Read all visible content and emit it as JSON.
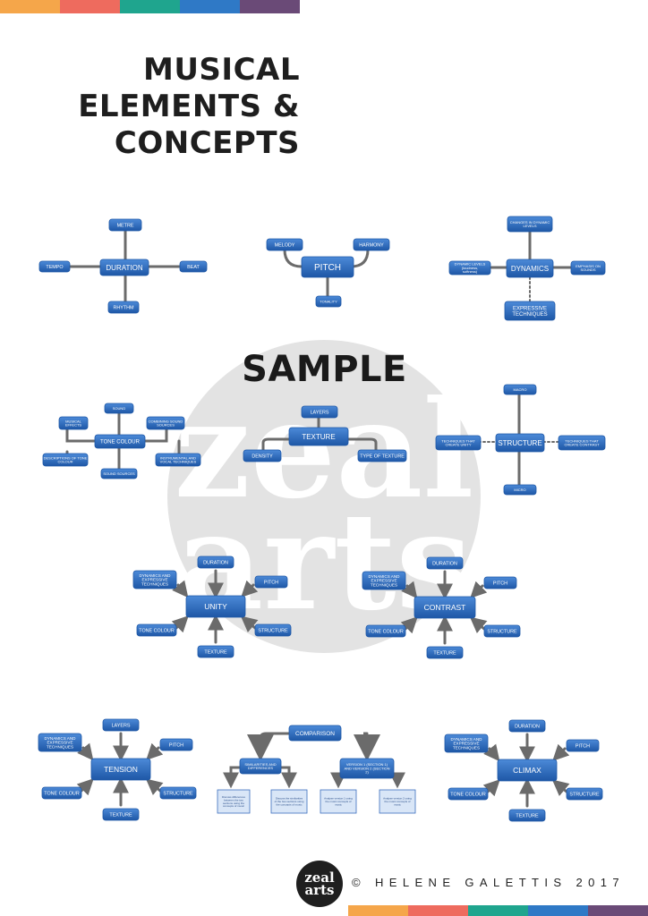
{
  "header": {
    "title_lines": [
      "MUSICAL",
      "ELEMENTS &",
      "CONCEPTS"
    ],
    "stripe_colors": [
      "#f5a64a",
      "#ee6b5e",
      "#1fa58e",
      "#2f79c6",
      "#6a4a77"
    ]
  },
  "watermark": {
    "sample_text": "SAMPLE",
    "logo_text": "zeal arts",
    "circle_color": "#e3e3e3",
    "letter_color": "#ffffff"
  },
  "colors": {
    "node_fill": "#2f6fc4",
    "node_dark": "#1e57a6",
    "node_text": "#ffffff",
    "connector": "#6b6b6b",
    "box_fill": "#d9e6f7",
    "box_border": "#3b6fbf",
    "box_text": "#2b4f8a"
  },
  "maps": {
    "duration": {
      "center": "DURATION",
      "metre": "METRE",
      "tempo": "TEMPO",
      "beat": "BEAT",
      "rhythm": "RHYTHM"
    },
    "pitch": {
      "center": "PITCH",
      "melody": "MELODY",
      "harmony": "HARMONY",
      "tonality": "TONALITY"
    },
    "dynamics": {
      "center": "DYNAMICS",
      "changes": "CHANGES IN DYNAMIC LEVELS",
      "levels": "DYNAMIC LEVELS (loudness, softness)",
      "emphasis": "EMPHASIS ON SOUNDS",
      "expressive": "EXPRESSIVE TECHNIQUES"
    },
    "tone_colour": {
      "center": "TONE COLOUR",
      "sound": "SOUND",
      "musical_effects": "MUSICAL EFFECTS",
      "combining": "COMBINING SOUND SOURCES",
      "description": "DESCRIPTIONS OF TONE COLOUR",
      "instrumental": "INSTRUMENTAL AND VOCAL TECHNIQUES",
      "sound_sources": "SOUND SOURCES"
    },
    "texture": {
      "center": "TEXTURE",
      "layers": "LAYERS",
      "density": "DENSITY",
      "type": "TYPE OF TEXTURE"
    },
    "structure": {
      "center": "STRUCTURE",
      "macro": "MACRO",
      "micro": "MICRO",
      "unity": "TECHNIQUES THAT CREATE UNITY",
      "contrast": "TECHNIQUES THAT CREATE CONTRAST"
    },
    "unity": {
      "center": "UNITY",
      "duration": "DURATION",
      "dynamics": "DYNAMICS AND EXPRESSIVE TECHNIQUES",
      "pitch": "PITCH",
      "tone_colour": "TONE COLOUR",
      "structure": "STRUCTURE",
      "texture": "TEXTURE"
    },
    "contrast": {
      "center": "CONTRAST",
      "duration": "DURATION",
      "dynamics": "DYNAMICS AND EXPRESSIVE TECHNIQUES",
      "pitch": "PITCH",
      "tone_colour": "TONE COLOUR",
      "structure": "STRUCTURE",
      "texture": "TEXTURE"
    },
    "tension": {
      "center": "TENSION",
      "layers": "LAYERS",
      "dynamics": "DYNAMICS AND EXPRESSIVE TECHNIQUES",
      "pitch": "PITCH",
      "tone_colour": "TONE COLOUR",
      "structure": "STRUCTURE",
      "texture": "TEXTURE"
    },
    "comparison": {
      "center": "COMPARISON",
      "similarities": "SIMILARITIES AND DIFFERENCES",
      "versions": "VERSION 1 (SECTION 1) AND VERSION 2 (SECTION 2)",
      "box1": "Discuss differences between the two sections using the concepts of music",
      "box2": "Discuss the similarities of the two sections using the concepts of music",
      "box3": "Analyse version 1 using the music concepts of music",
      "box4": "Analyse version 2 using the music concepts of music"
    },
    "climax": {
      "center": "CLIMAX",
      "duration": "DURATION",
      "dynamics": "DYNAMICS AND EXPRESSIVE TECHNIQUES",
      "pitch": "PITCH",
      "tone_colour": "TONE COLOUR",
      "structure": "STRUCTURE",
      "texture": "TEXTURE"
    }
  },
  "footer": {
    "copyright": "© HELENE GALETTIS 2017",
    "logo_line1": "zeal",
    "logo_line2": "arts"
  }
}
